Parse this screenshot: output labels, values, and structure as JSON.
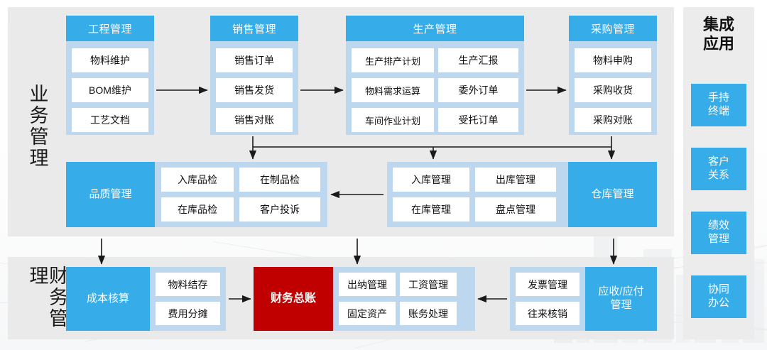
{
  "sections": {
    "business": {
      "label": "业务管理"
    },
    "finance": {
      "label": "财务管理"
    },
    "integration": {
      "title": "集成\n应用"
    }
  },
  "colors": {
    "blue": "#36ace9",
    "light_blue": "#bdd7ee",
    "red": "#c00000",
    "panel_gray": "#eaeaea",
    "white": "#ffffff"
  },
  "integration_apps": [
    {
      "label_line1": "手持",
      "label_line2": "终端"
    },
    {
      "label_line1": "客户",
      "label_line2": "关系"
    },
    {
      "label_line1": "绩效",
      "label_line2": "管理"
    },
    {
      "label_line1": "协同",
      "label_line2": "办公"
    }
  ],
  "business_row1": [
    {
      "header": "工程管理",
      "cells": [
        "物料维护",
        "BOM维护",
        "工艺文档"
      ]
    },
    {
      "header": "销售管理",
      "cells": [
        "销售订单",
        "销售发货",
        "销售对账"
      ]
    },
    {
      "header": "生产管理",
      "cells": [
        "生产排产计划",
        "生产汇报",
        "物料需求运算",
        "委外订单",
        "车间作业计划",
        "受托订单"
      ]
    },
    {
      "header": "采购管理",
      "cells": [
        "物料申购",
        "采购收货",
        "采购对账"
      ]
    }
  ],
  "business_row2": [
    {
      "caption": "品质管理",
      "caption_side": "left",
      "cells": [
        "入库品检",
        "在制品检",
        "在库品检",
        "客户投诉"
      ]
    },
    {
      "caption": "仓库管理",
      "caption_side": "right",
      "cells": [
        "入库管理",
        "出库管理",
        "在库管理",
        "盘点管理"
      ]
    }
  ],
  "finance_row": [
    {
      "caption": "成本核算",
      "caption_side": "left",
      "caption_style": "blue",
      "cells": [
        "物料结存",
        "费用分摊"
      ]
    },
    {
      "caption": "财务总账",
      "caption_side": "standalone",
      "caption_style": "red",
      "cells": []
    },
    {
      "caption": "",
      "caption_side": "none",
      "cells": [
        "出纳管理",
        "工资管理",
        "固定资产",
        "账务处理"
      ]
    },
    {
      "caption": "应收/应付\n管理",
      "caption_side": "right",
      "caption_style": "blue",
      "cells": [
        "发票管理",
        "往来核销"
      ]
    }
  ]
}
